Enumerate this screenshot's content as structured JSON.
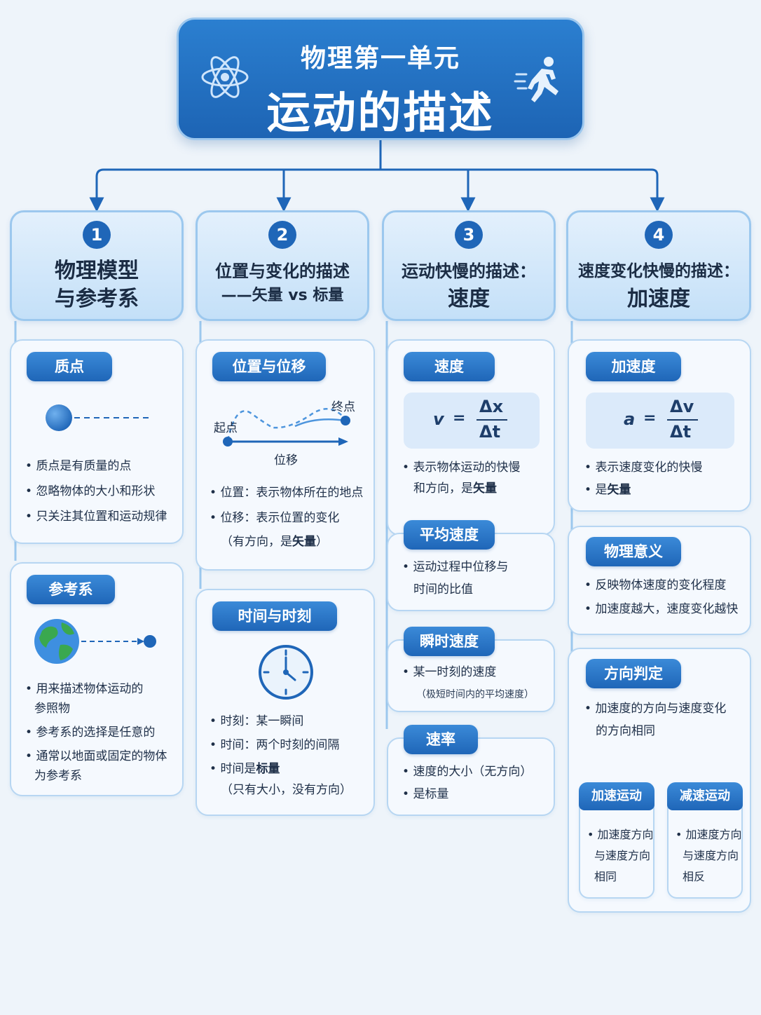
{
  "header": {
    "subtitle": "物理第一单元",
    "title": "运动的描述",
    "atom_icon": "atom-icon",
    "runner_icon": "runner-icon"
  },
  "colors": {
    "primary": "#1f66b8",
    "accent_light": "#c4e0f8",
    "panel_border": "#b7d6f2",
    "background": "#eef4fa"
  },
  "categories": [
    {
      "num": "1",
      "line1": "物理模型",
      "line2": "与参考系"
    },
    {
      "num": "2",
      "line1": "位置与变化的描述",
      "line2": "——矢量 vs 标量"
    },
    {
      "num": "3",
      "line1": "运动快慢的描述：",
      "line2": "速度"
    },
    {
      "num": "4",
      "line1": "速度变化快慢的描述：",
      "line2": "加速度"
    }
  ],
  "col1": {
    "particle": {
      "tag": "质点",
      "bullets": [
        "质点是有质量的点",
        "忽略物体的大小和形状",
        "只关注其位置和运动规律"
      ]
    },
    "frame": {
      "tag": "参考系",
      "bullets": [
        "用来描述物体运动的",
        "参照物",
        "参考系的选择是任意的",
        "通常以地面或固定的物体",
        "为参考系"
      ]
    }
  },
  "col2": {
    "position": {
      "tag": "位置与位移",
      "start_label": "起点",
      "end_label": "终点",
      "disp_label": "位移",
      "bullet1": "位置：表示物体所在的地点",
      "bullet2": "位移：表示位置的变化",
      "bullet3_pre": "（有方向，是",
      "bullet3_bold": "矢量",
      "bullet3_post": "）"
    },
    "time": {
      "tag": "时间与时刻",
      "bullet1": "时刻：某一瞬间",
      "bullet2": "时间：两个时刻的间隔",
      "bullet3_pre": "时间是",
      "bullet3_bold": "标量",
      "bullet4": "（只有大小，没有方向）"
    }
  },
  "col3": {
    "velocity": {
      "tag": "速度",
      "formula_lhs": "v",
      "formula_num": "Δx",
      "formula_den": "Δt",
      "bullet1": "表示物体运动的快慢",
      "bullet2_pre": "和方向，是",
      "bullet2_bold": "矢量"
    },
    "avg": {
      "tag": "平均速度",
      "bullets": [
        "运动过程中位移与",
        "时间的比值"
      ]
    },
    "inst": {
      "tag": "瞬时速度",
      "bullet": "某一时刻的速度",
      "note": "（极短时间内的平均速度）"
    },
    "speed": {
      "tag": "速率",
      "bullet1": "速度的大小（无方向）",
      "bullet2": "是标量"
    }
  },
  "col4": {
    "accel": {
      "tag": "加速度",
      "formula_lhs": "a",
      "formula_num": "Δv",
      "formula_den": "Δt",
      "bullet1": "表示速度变化的快慢",
      "bullet2_pre": "是",
      "bullet2_bold": "矢量"
    },
    "meaning": {
      "tag": "物理意义",
      "bullets": [
        "反映物体速度的变化程度",
        "加速度越大，速度变化越快"
      ]
    },
    "direction": {
      "tag": "方向判定",
      "bullets": [
        "加速度的方向与速度变化",
        "的方向相同"
      ],
      "speedup": {
        "tag": "加速运动",
        "lines": [
          "加速度方向",
          "与速度方向",
          "相同"
        ]
      },
      "slowdown": {
        "tag": "减速运动",
        "lines": [
          "加速度方向",
          "与速度方向",
          "相反"
        ]
      }
    }
  }
}
